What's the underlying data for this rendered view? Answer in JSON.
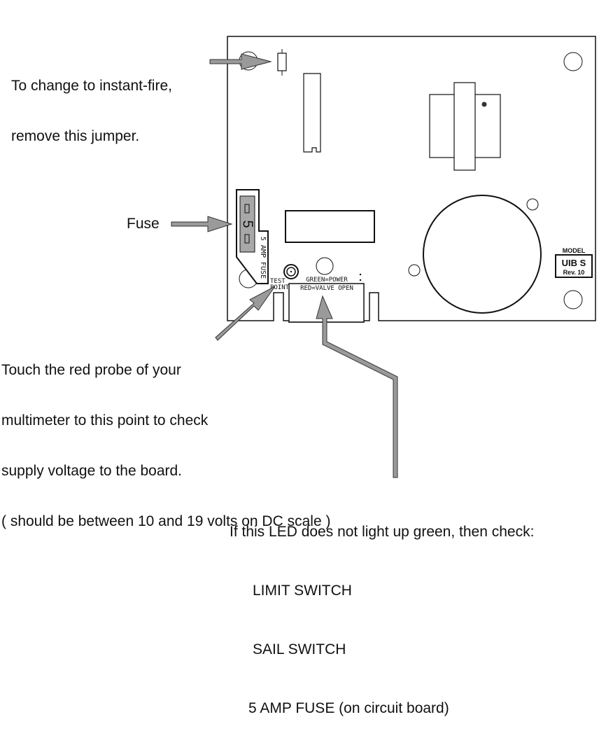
{
  "annotations": {
    "jumper_note": [
      "To change to instant-fire,",
      "remove this jumper."
    ],
    "fuse_label": "Fuse",
    "test_point_note": [
      "Touch the red probe of your",
      "multimeter to this point to check",
      "supply voltage to the board.",
      "( should be between 10 and 19 volts on DC scale )"
    ],
    "led_note": {
      "heading": "If this LED does not light up green, then check:",
      "items": [
        "LIMIT SWITCH",
        "SAIL SWITCH",
        "5 AMP FUSE (on circuit board)"
      ]
    }
  },
  "board": {
    "fuse_value": "5",
    "fuse_text": "5 AMP FUSE",
    "test_point_line1": "TEST",
    "test_point_line2": "POINT",
    "led_green": "GREEN=POWER",
    "led_red": "RED=VALVE OPEN",
    "model_heading": "MODEL",
    "model_name": "UIB S",
    "model_rev": "Rev. 10"
  },
  "colors": {
    "arrow_fill": "#9a9a9a",
    "fuse_fill": "#a8a8a8",
    "line": "#111111"
  }
}
